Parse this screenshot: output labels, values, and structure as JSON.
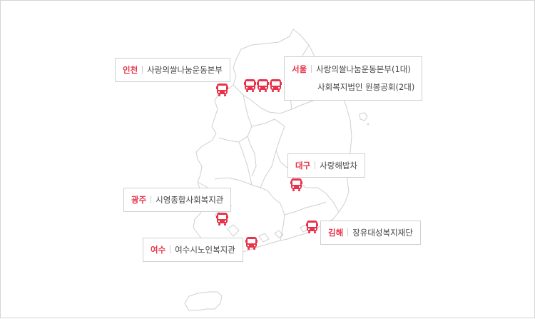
{
  "map": {
    "region": "South Korea",
    "border_color": "#d4d4d4",
    "outline_color": "#cfcfcf",
    "accent_color": "#e8344b"
  },
  "locations": [
    {
      "city": "인천",
      "orgs": [
        "사랑의쌀나눔운동본부"
      ],
      "buses": 1
    },
    {
      "city": "서울",
      "orgs": [
        "사랑의쌀나눔운동본부(1대)",
        "사회복지법인 원봉공회(2대)"
      ],
      "buses": 3
    },
    {
      "city": "대구",
      "orgs": [
        "사랑해밥차"
      ],
      "buses": 1
    },
    {
      "city": "광주",
      "orgs": [
        "시영종합사회복지관"
      ],
      "buses": 1
    },
    {
      "city": "여수",
      "orgs": [
        "여수시노인복지관"
      ],
      "buses": 1
    },
    {
      "city": "김해",
      "orgs": [
        "장유대성복지재단"
      ],
      "buses": 1
    }
  ],
  "icons": {
    "marker": "bus-icon"
  }
}
